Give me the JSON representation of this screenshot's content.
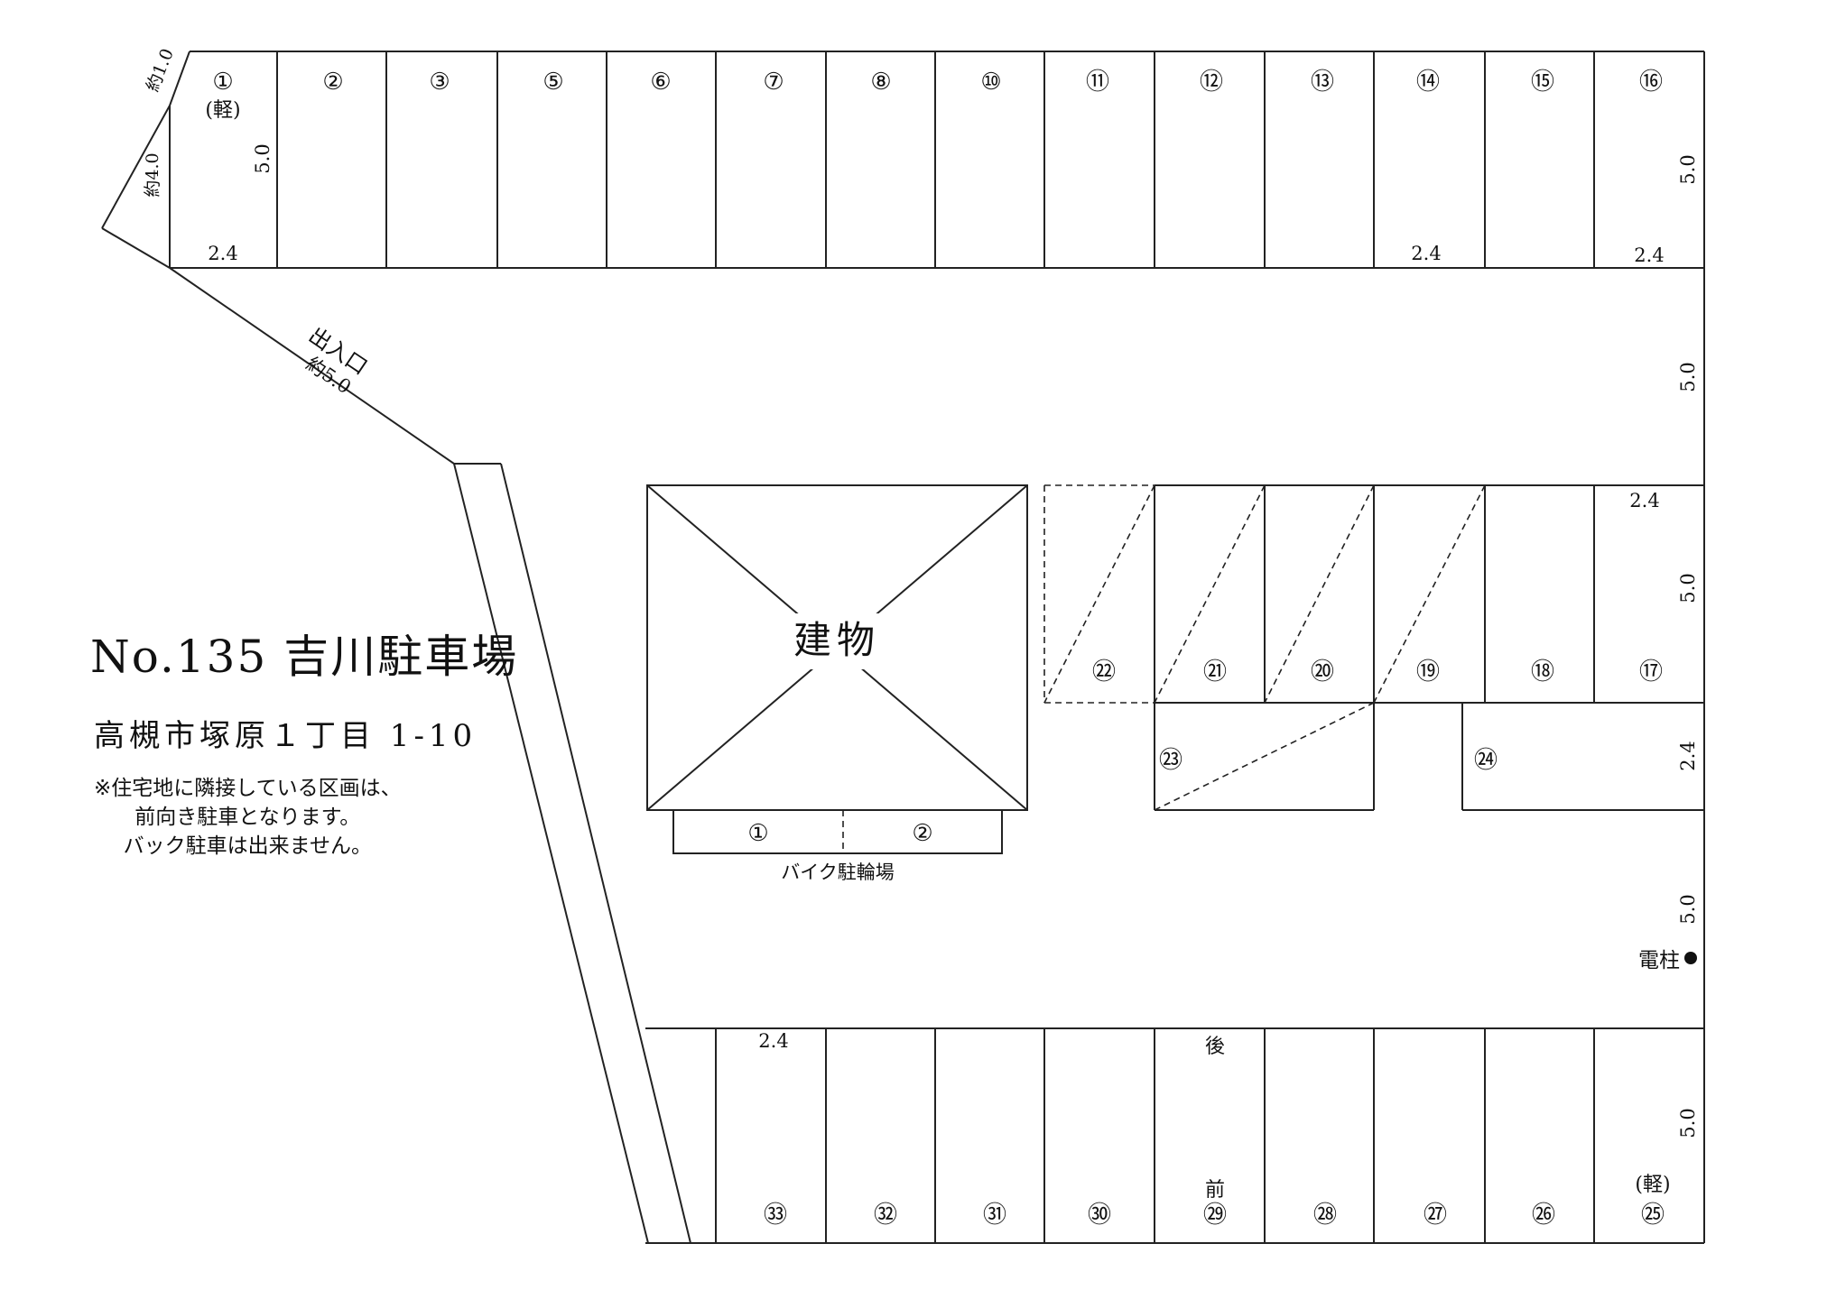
{
  "title": "No.135 吉川駐車場",
  "address": "高槻市塚原１丁目 1-10",
  "notes": [
    "※住宅地に隣接している区画は、",
    "前向き駐車となります。",
    "バック駐車は出来ません。"
  ],
  "building_label": "建物",
  "bike_parking_label": "バイク駐輪場",
  "entrance_label": "出入口",
  "entrance_width": "約5.0",
  "corner_dims": [
    "約1.0",
    "約4.0"
  ],
  "pole_label": "電柱",
  "kei_label": "(軽)",
  "front_label": "前",
  "rear_label": "後",
  "top_row": [
    "①",
    "②",
    "③",
    "⑤",
    "⑥",
    "⑦",
    "⑧",
    "⑩",
    "⑪",
    "⑫",
    "⑬",
    "⑭",
    "⑮",
    "⑯"
  ],
  "middle_row": [
    "㉒",
    "㉑",
    "⑳",
    "⑲",
    "⑱",
    "⑰"
  ],
  "lower_row": [
    "㉓",
    "㉔"
  ],
  "bottom_row": [
    "㉝",
    "㉜",
    "㉛",
    "㉚",
    "㉙",
    "㉘",
    "㉗",
    "㉖",
    "㉕"
  ],
  "bike_spaces": [
    "①",
    "②"
  ],
  "dims": {
    "slot_width": "2.4",
    "slot_depth": "5.0",
    "aisle": "5.0",
    "right_lower_depth": "2.4"
  }
}
